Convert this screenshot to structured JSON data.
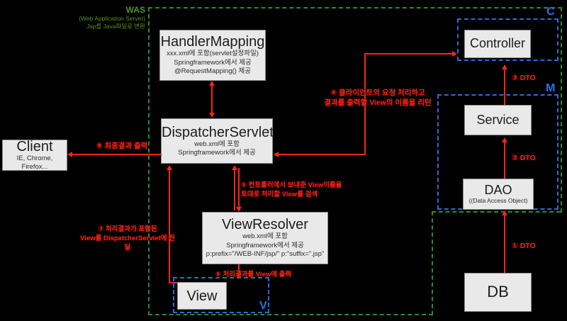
{
  "was": {
    "title": "WAS",
    "subtitle": "(Web Application Server)",
    "subtitle2": "Jsp를 Java파일로 변환"
  },
  "mvc_labels": {
    "c": "C",
    "m": "M",
    "v": "V"
  },
  "nodes": {
    "client": {
      "title": "Client",
      "subtitle": "IE, Chrome, Firefox..."
    },
    "handler_mapping": {
      "title": "HandlerMapping",
      "lines": [
        "xxx.xml에 포함(servlet설정파일)",
        "Springframework에서 제공",
        "@RequestMapping() 제공"
      ]
    },
    "dispatcher_servlet": {
      "title": "DispatcherServlet",
      "lines": [
        "web.xml에 포함",
        "Springframework에서 제공"
      ]
    },
    "view_resolver": {
      "title": "ViewResolver",
      "lines": [
        "web.xml에 포함",
        "Springframework에서 제공",
        "p:prefix=\"/WEB-INF/jsp/\" p:\"suffix=\".jsp\""
      ]
    },
    "view": {
      "title": "View"
    },
    "controller": {
      "title": "Controller"
    },
    "service": {
      "title": "Service"
    },
    "dao": {
      "title": "DAO",
      "subtitle": "((Data Access Object)"
    },
    "db": {
      "title": "DB"
    }
  },
  "annotations": {
    "step4": {
      "line1": "④ 클라이언트의 요청 처리하고",
      "line2": "결과를 출력할 View의 이름을 리턴"
    },
    "step5": {
      "line1": "⑤ 컨트롤러에서 보내준 View이름을",
      "line2": "토대로 처리할 View를 검색"
    },
    "step6": {
      "text": "⑥ 처리결과를 View에 출력"
    },
    "step7": {
      "line1": "⑦ 처리결과가 포함된",
      "line2": "View를 DispatcherServlet에 전달"
    },
    "step8": {
      "text": "⑧ 최종결과 출력"
    },
    "dto1": {
      "text": "① DTO"
    },
    "dto2": {
      "text": "② DTO"
    },
    "dto3": {
      "text": "③ DTO"
    }
  },
  "colors": {
    "background": "#000000",
    "box_fill": "#e9e9e9",
    "box_border": "#8a8a8a",
    "was_green": "#2e8a2e",
    "flow_red": "#f5261a",
    "mvc_blue": "#2e6bd4"
  }
}
